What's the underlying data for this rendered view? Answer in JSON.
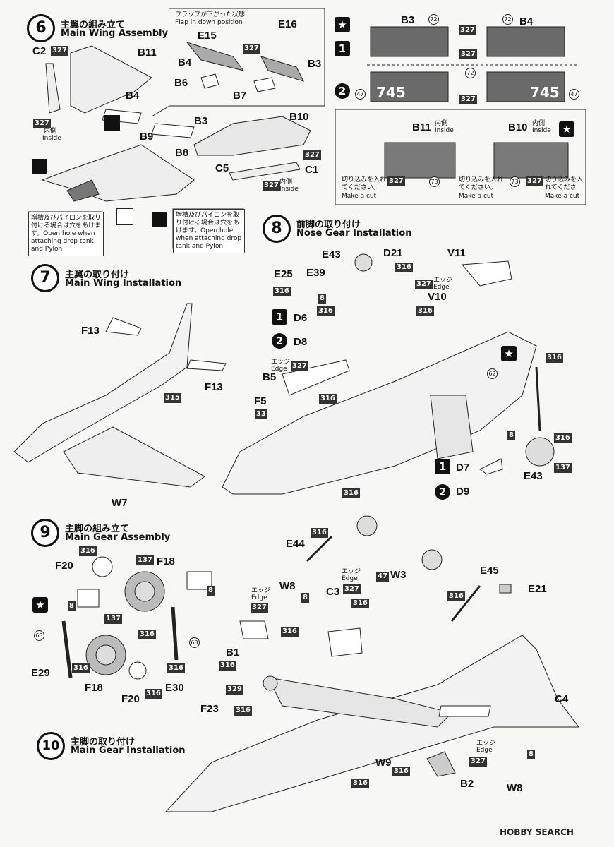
{
  "steps": {
    "s6": {
      "num": "6",
      "jp": "主翼の組み立て",
      "en": "Main Wing Assembly"
    },
    "s7": {
      "num": "7",
      "jp": "主翼の取り付け",
      "en": "Main Wing Installation"
    },
    "s8": {
      "num": "8",
      "jp": "前脚の取り付け",
      "en": "Nose Gear Installation"
    },
    "s9": {
      "num": "9",
      "jp": "主脚の組み立て",
      "en": "Main Gear Assembly"
    },
    "s10": {
      "num": "10",
      "jp": "主脚の取り付け",
      "en": "Main Gear Installation"
    }
  },
  "flap": {
    "jp": "フラップが下がった状態",
    "en": "Flap in down position"
  },
  "notes": {
    "drop_tank": "増槽及びパイロンを取り付ける場合は穴をあけます。Open hole when attaching drop tank and Pylon",
    "cut_jp": "切り込みを入れてください。",
    "cut_en": "Make a cut",
    "inside_jp": "内側",
    "inside_en": "Inside",
    "edge_jp": "エッジ",
    "edge_en": "Edge"
  },
  "markings": {
    "m1": "1",
    "m2": "2",
    "star": "★"
  },
  "codes": {
    "c745a": "745",
    "c745b": "745"
  },
  "parts": {
    "C2": "C2",
    "B11": "B11",
    "B4": "B4",
    "B9": "B9",
    "B3": "B3",
    "B10": "B10",
    "B8": "B8",
    "C5": "C5",
    "C1": "C1",
    "E15": "E15",
    "E16": "E16",
    "B6": "B6",
    "B7": "B7",
    "B3b": "B3",
    "B4b": "B4",
    "B3c": "B3",
    "B4c": "B4",
    "B11b": "B11",
    "B10b": "B10",
    "F13a": "F13",
    "F13b": "F13",
    "W7": "W7",
    "E43": "E43",
    "D21": "D21",
    "V11": "V11",
    "E25": "E25",
    "E39": "E39",
    "V10": "V10",
    "D6": "D6",
    "D8": "D8",
    "B5": "B5",
    "F5": "F5",
    "D7": "D7",
    "D9": "D9",
    "E43b": "E43",
    "F20": "F20",
    "F18": "F18",
    "E29": "E29",
    "F18b": "F18",
    "F20b": "F20",
    "E30": "E30",
    "E44": "E44",
    "W8": "W8",
    "C3": "C3",
    "W3": "W3",
    "E45": "E45",
    "E21": "E21",
    "B1": "B1",
    "F23": "F23",
    "C4": "C4",
    "W9": "W9",
    "B2": "B2",
    "W8b": "W8"
  },
  "paints": {
    "p327": "327",
    "p316": "316",
    "p315": "315",
    "p137": "137",
    "p8": "8",
    "p33": "33",
    "p329": "329",
    "p47": "47"
  },
  "circles": {
    "c72": "72",
    "c73": "73",
    "c62": "62",
    "c63": "63",
    "c47": "47"
  },
  "watermark": "HOBBY SEARCH"
}
